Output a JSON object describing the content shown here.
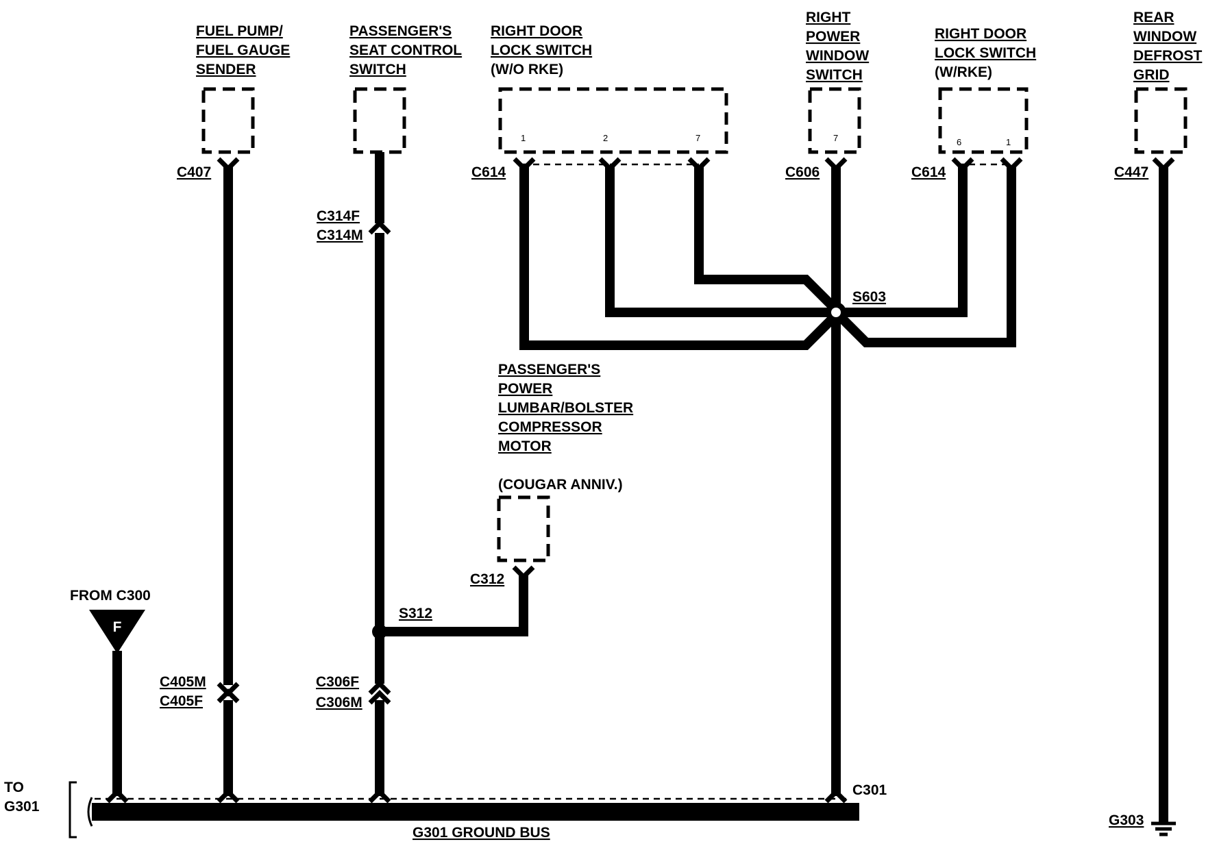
{
  "components": {
    "fuel_pump": [
      "FUEL PUMP/",
      "FUEL GAUGE",
      "SENDER"
    ],
    "seat_control": [
      "PASSENGER'S",
      "SEAT CONTROL",
      "SWITCH"
    ],
    "door_lock_wo": [
      "RIGHT DOOR",
      "LOCK SWITCH",
      "(W/O RKE)"
    ],
    "power_window": [
      "RIGHT",
      "POWER",
      "WINDOW",
      "SWITCH"
    ],
    "door_lock_w": [
      "RIGHT DOOR",
      "LOCK SWITCH",
      "(W/RKE)"
    ],
    "rear_defrost": [
      "REAR",
      "WINDOW",
      "DEFROST",
      "GRID"
    ],
    "lumbar": [
      "PASSENGER'S",
      "POWER",
      "LUMBAR/BOLSTER",
      "COMPRESSOR",
      "MOTOR"
    ],
    "lumbar_note": "(COUGAR ANNIV.)"
  },
  "connectors": {
    "c407": "C407",
    "c314f": "C314F",
    "c314m": "C314M",
    "c614_a": "C614",
    "c606": "C606",
    "c614_b": "C614",
    "c447": "C447",
    "c312": "C312",
    "c405m": "C405M",
    "c405f": "C405F",
    "c306f": "C306F",
    "c306m": "C306M",
    "c301": "C301"
  },
  "splices": {
    "s603": "S603",
    "s312": "S312"
  },
  "pins": {
    "wo_1": "1",
    "wo_2": "2",
    "wo_7": "7",
    "win_7": "7",
    "w_6": "6",
    "w_1": "1"
  },
  "from_label": "FROM C300",
  "from_letter": "F",
  "to_label": [
    "TO",
    "G301"
  ],
  "ground_bus": "G301 GROUND BUS",
  "ground_303": "G303"
}
